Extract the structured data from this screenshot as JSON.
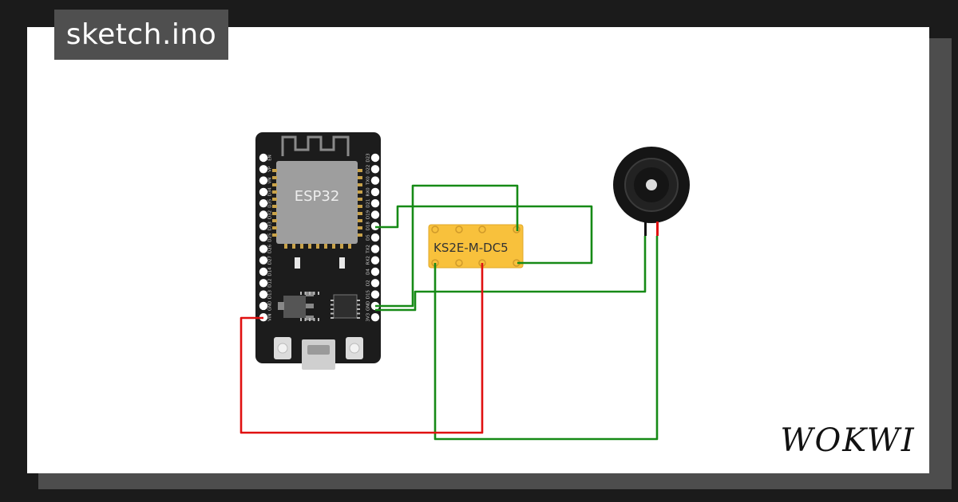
{
  "header": {
    "file_tab": "sketch.ino"
  },
  "branding": {
    "logo_text": "WOKWI"
  },
  "board": {
    "label": "ESP32",
    "left_pins": [
      "EN",
      "VP",
      "VN",
      "D34",
      "D35",
      "D32",
      "D33",
      "D25",
      "D26",
      "D27",
      "D14",
      "D12",
      "D13",
      "GND",
      "VIN"
    ],
    "right_pins": [
      "D23",
      "D22",
      "TX0",
      "RX0",
      "D21",
      "D19",
      "D18",
      "D5",
      "TX2",
      "RX2",
      "D4",
      "D2",
      "D15",
      "GND",
      "3V3"
    ]
  },
  "relay": {
    "label": "KS2E-M-DC5"
  },
  "colors": {
    "background": "#1b1b1b",
    "canvas": "#ffffff",
    "board": "#1c1c1c",
    "chip": "#9e9e9e",
    "relay": "#f8c13c",
    "wire_green": "#168a16",
    "wire_red": "#e01010"
  },
  "icons": [
    "buzzer-icon"
  ]
}
